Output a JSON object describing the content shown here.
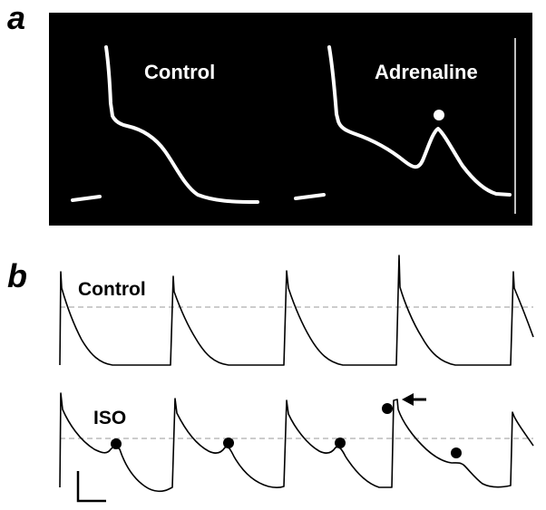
{
  "panels": {
    "a": {
      "letter": "a",
      "traces": [
        {
          "label": "Control"
        },
        {
          "label": "Adrenaline"
        }
      ],
      "marker_color": "#ffffff",
      "trace_color": "#ffffff",
      "background": "#000000"
    },
    "b": {
      "letter": "b",
      "rows": [
        {
          "label": "Control"
        },
        {
          "label": "ISO"
        }
      ],
      "trace_color": "#000000",
      "reference_line_color": "#999999",
      "marker_color": "#000000"
    }
  },
  "icons": [
    "arrow-left-icon",
    "scale-bar-icon"
  ]
}
